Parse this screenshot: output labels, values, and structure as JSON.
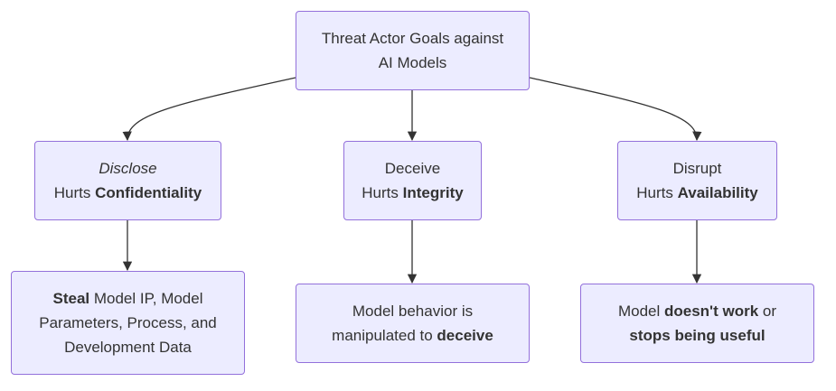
{
  "colors": {
    "node_fill": "#ececff",
    "node_border": "#9370db",
    "edge": "#333333",
    "text": "#333333"
  },
  "root": {
    "line1": "Threat Actor Goals against",
    "line2": "AI Models"
  },
  "disclose": {
    "title": "Disclose",
    "hurts": "Hurts",
    "property": "Confidentiality"
  },
  "deceive": {
    "title": "Deceive",
    "hurts": "Hurts",
    "property": "Integrity"
  },
  "disrupt": {
    "title": "Disrupt",
    "hurts": "Hurts",
    "property": "Availability"
  },
  "steal": {
    "bold": "Steal",
    "rest1": " Model IP, Model",
    "line2": "Parameters, Process, and",
    "line3": "Development Data"
  },
  "manipulate": {
    "line1": "Model behavior is",
    "line2_pre": "manipulated to ",
    "line2_bold": "deceive"
  },
  "broken": {
    "pre": "Model ",
    "bold1": "doesn't work",
    "post": " or",
    "bold2": "stops being useful"
  }
}
